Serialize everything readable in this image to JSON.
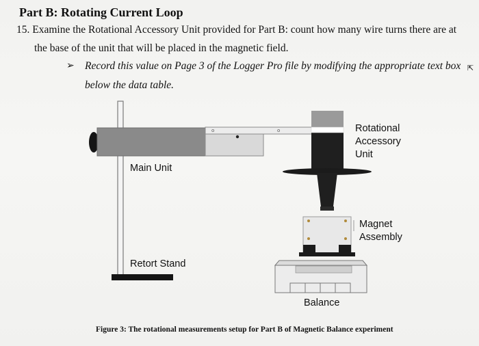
{
  "heading": "Part B: Rotating Current Loop",
  "question": {
    "line1": "15. Examine the Rotational Accessory Unit provided for Part B: count how many wire turns there are at",
    "line2": "the base of the unit that will be placed in the magnetic field."
  },
  "instruction": {
    "line1": "Record this value on Page 3 of the Logger Pro file by modifying the appropriate text box",
    "line2": "below the data table."
  },
  "figure": {
    "labels": {
      "main_unit": "Main Unit",
      "retort_stand": "Retort Stand",
      "rotational_unit": "Rotational\nAccessory\nUnit",
      "magnet_assembly": "Magnet\nAssembly",
      "balance": "Balance"
    },
    "caption": "Figure 3: The rotational measurements setup for Part B of Magnetic Balance experiment"
  }
}
